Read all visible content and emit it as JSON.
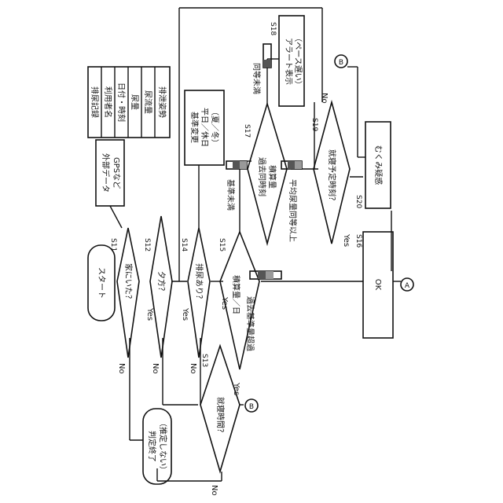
{
  "start": "スタート",
  "steps": {
    "s11": {
      "id": "S11",
      "q": "家にいた？"
    },
    "s12": {
      "id": "S12",
      "q": "夕方？"
    },
    "s13": {
      "id": "S13",
      "q": "就寝時間？"
    },
    "s14": {
      "id": "S14",
      "q": "排尿あり？"
    },
    "s15": {
      "id": "S15",
      "line1": "積算量／日",
      "line2": "過去基準量超過"
    },
    "s16": {
      "id": "S16",
      "text": "OK"
    },
    "s17": {
      "id": "S17",
      "line1": "過去同時刻",
      "line2": "積算量",
      "line3": "平均尿量同等以上"
    },
    "s18": {
      "id": "S18",
      "line1": "アラート表示",
      "line2": "（ペース遅い）"
    },
    "s19": {
      "id": "S19",
      "q": "就寝予定時刻？"
    },
    "s20": {
      "id": "S20",
      "text": "むくみ疑惑"
    }
  },
  "end_box": {
    "line1": "判定終了",
    "line2": "（推定しない）"
  },
  "external": {
    "line1": "外部データ",
    "line2": "GPSなど"
  },
  "record_table": [
    "排尿記録",
    "利用者名",
    "日付・時刻",
    "尿量",
    "尿流量",
    "排泄姿勢"
  ],
  "season": {
    "line1": "基準変更",
    "line2": "平日／休日",
    "line3": "（夏／冬）"
  },
  "labels": {
    "yes": "Yes",
    "no": "No",
    "kijun_miman": "基準未満",
    "doutou_miman": "同等未満"
  },
  "connectors": {
    "a": "A",
    "b": "B"
  }
}
